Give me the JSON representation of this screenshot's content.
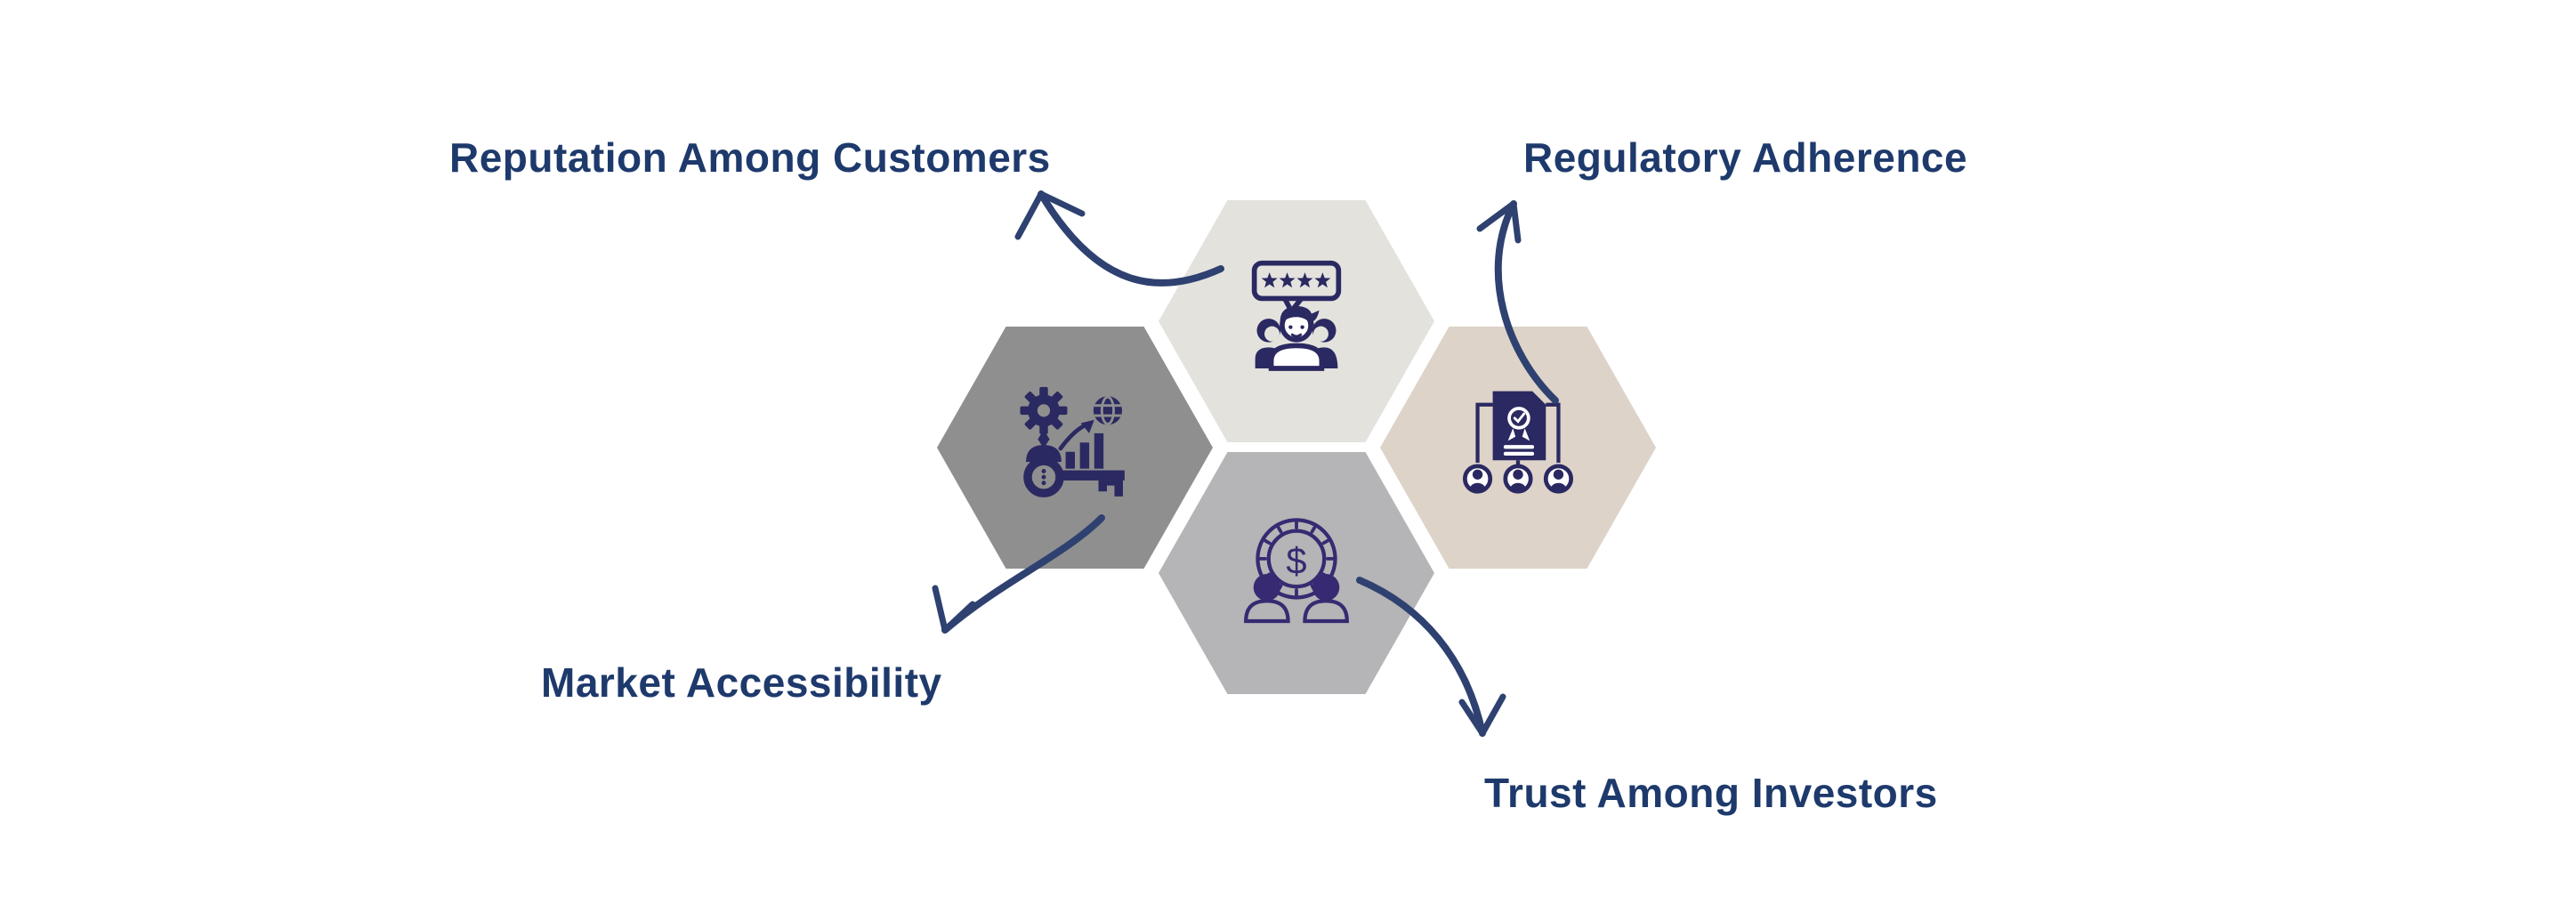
{
  "canvas": {
    "background": "#ffffff"
  },
  "colors": {
    "background": "#ffffff",
    "label_text": "#1e3a6c",
    "arrow": "#2e4170",
    "icon_navy": "#2b2961",
    "icon_purple": "#372a72"
  },
  "nodes": {
    "reputation": {
      "label": "Reputation Among Customers",
      "hex_color": "#e3e2dd",
      "icon": "customer-review-stars-icon",
      "review_stars": 4,
      "people_count": 3
    },
    "regulatory": {
      "label": "Regulatory Adherence",
      "hex_color": "#ddd3c8",
      "icon": "certified-document-people-icon",
      "people_count": 3
    },
    "market": {
      "label": "Market Accessibility",
      "hex_color": "#8f8f8f",
      "icon": "gear-key-growth-globe-icon"
    },
    "investors": {
      "label": "Trust Among Investors",
      "hex_color": "#b5b4b6",
      "icon": "dollar-coin-investors-icon",
      "currency_symbol": "$",
      "people_count": 2
    }
  }
}
